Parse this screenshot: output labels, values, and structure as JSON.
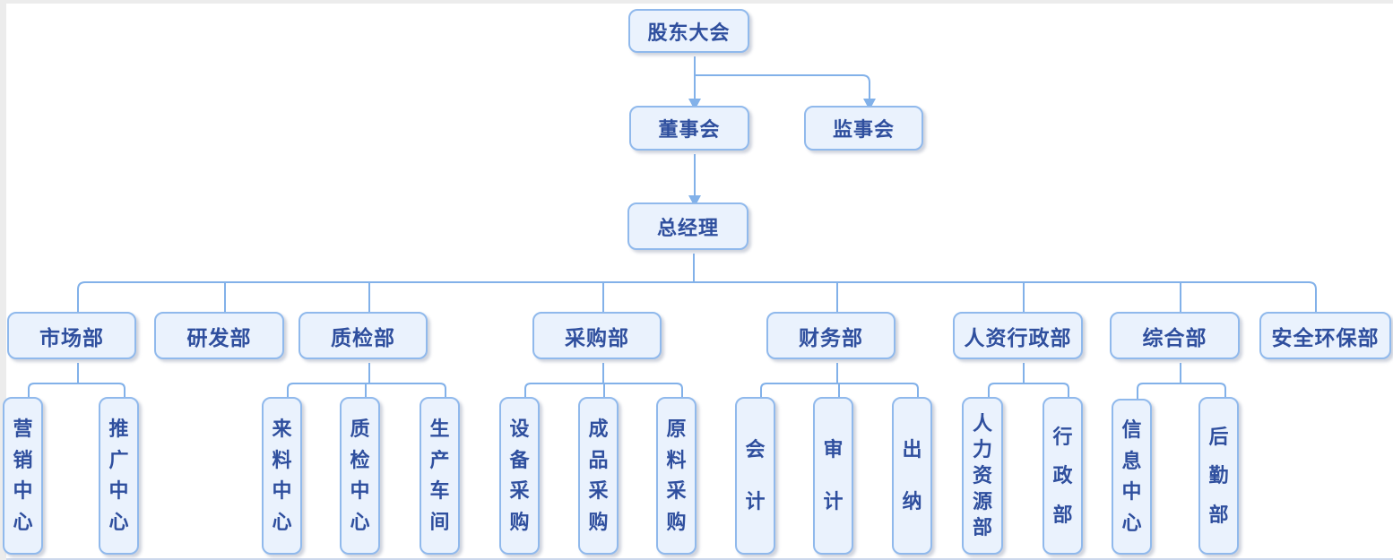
{
  "colors": {
    "node_fill": "#EAF2FD",
    "node_border": "#90B9EC",
    "node_text": "#2F4F9E",
    "connector": "#82B1E9"
  },
  "org": {
    "root": {
      "label": "股东大会"
    },
    "level2": [
      {
        "label": "董事会"
      },
      {
        "label": "监事会"
      }
    ],
    "general_manager": {
      "label": "总经理"
    },
    "departments": [
      {
        "label": "市场部",
        "children": [
          {
            "label": "营销中心"
          },
          {
            "label": "推广中心"
          }
        ]
      },
      {
        "label": "研发部",
        "children": []
      },
      {
        "label": "质检部",
        "children": [
          {
            "label": "来料中心"
          },
          {
            "label": "质检中心"
          },
          {
            "label": "生产车间"
          }
        ]
      },
      {
        "label": "采购部",
        "children": [
          {
            "label": "设备采购"
          },
          {
            "label": "成品采购"
          },
          {
            "label": "原料采购"
          }
        ]
      },
      {
        "label": "财务部",
        "children": [
          {
            "label": "会计"
          },
          {
            "label": "审计"
          },
          {
            "label": "出纳"
          }
        ]
      },
      {
        "label": "人资行政部",
        "children": [
          {
            "label": "人力资源部"
          },
          {
            "label": "行政部"
          }
        ]
      },
      {
        "label": "综合部",
        "children": [
          {
            "label": "信息中心"
          },
          {
            "label": "后勤部"
          }
        ]
      },
      {
        "label": "安全环保部",
        "children": []
      }
    ]
  }
}
